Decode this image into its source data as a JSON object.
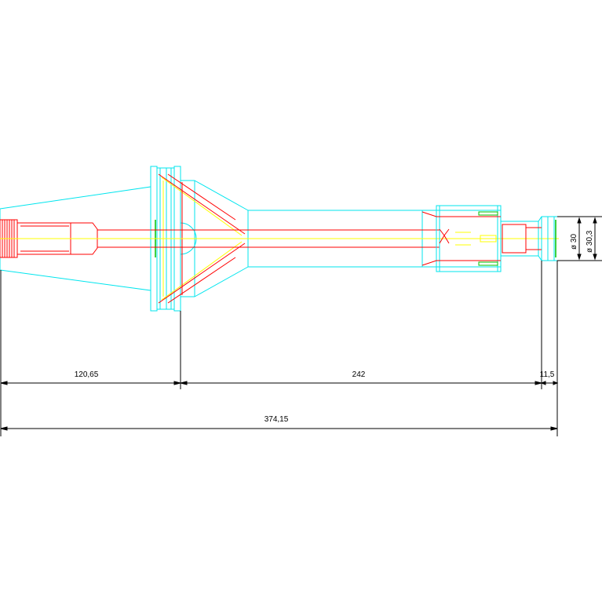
{
  "colors": {
    "background": "#ffffff",
    "outline": "#00e5ee",
    "detail": "#ff0000",
    "centerline": "#ffff00",
    "dimension": "#000000",
    "accent": "#00c000"
  },
  "dimensions": {
    "holder_length": "120,65",
    "extension_length": "242",
    "collet_length": "11,5",
    "overall_length": "374,15",
    "inner_diameter": "ø 30",
    "outer_diameter": "ø 30,3"
  }
}
